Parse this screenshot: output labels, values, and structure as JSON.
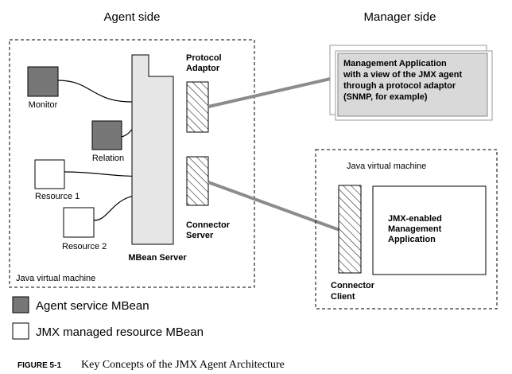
{
  "headers": {
    "agent_side": "Agent side",
    "manager_side": "Manager side"
  },
  "agent_jvm": {
    "label": "Java virtual machine",
    "mbean_server": "MBean Server",
    "protocol_adaptor": [
      "Protocol",
      "Adaptor"
    ],
    "connector_server": [
      "Connector",
      "Server"
    ],
    "mbeans": {
      "monitor": "Monitor",
      "relation": "Relation",
      "resource1": "Resource  1",
      "resource2": "Resource  2"
    }
  },
  "management_app": {
    "lines": [
      "Management Application",
      "with a view of the JMX agent",
      "through a protocol adaptor",
      "(SNMP, for example)"
    ]
  },
  "manager_jvm": {
    "label": "Java virtual machine",
    "connector_client": [
      "Connector",
      "Client"
    ],
    "jmx_app": [
      "JMX-enabled",
      "Management",
      "Application"
    ]
  },
  "legend": {
    "agent_service": "Agent service MBean",
    "managed_resource": "JMX managed resource MBean"
  },
  "caption": {
    "figure_number": "FIGURE 5-1",
    "title": "Key Concepts of the JMX Agent Architecture"
  },
  "colors": {
    "service_mbean_fill": "#777777",
    "server_fill": "#e6e6e6",
    "app_fill": "#d9d9d9",
    "connector_line": "#8c8c8c"
  }
}
